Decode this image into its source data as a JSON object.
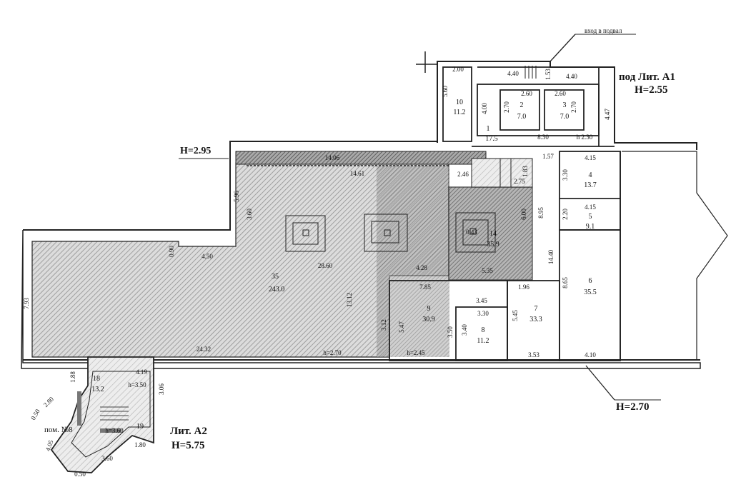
{
  "labels": {
    "basement_entry": "вход в подвал",
    "lit_a1_title": "под Лит. А1",
    "lit_a1_height": "H=2.55",
    "main_height": "H=2.95",
    "bottom_height": "H=2.70",
    "lit_a2_title": "Лит. А2",
    "lit_a2_height": "H=5.75",
    "room_prefix": "пом. №8"
  },
  "rooms": [
    {
      "num": "35",
      "area": "243.0"
    },
    {
      "num": "14",
      "area": "35.9"
    },
    {
      "num": "9",
      "area": "30.9"
    },
    {
      "num": "8",
      "area": "11.2"
    },
    {
      "num": "7",
      "area": "33.3"
    },
    {
      "num": "6",
      "area": "35.5"
    },
    {
      "num": "5",
      "area": "9.1"
    },
    {
      "num": "4",
      "area": "13.7"
    },
    {
      "num": "10",
      "area": "11.2"
    },
    {
      "num": "2",
      "area": "7.0"
    },
    {
      "num": "3",
      "area": "7.0"
    },
    {
      "num": "1",
      "area": "17.5"
    },
    {
      "num": "18",
      "area": "13.2"
    },
    {
      "num": "19",
      "area": ""
    }
  ],
  "dims": {
    "d_14_06": "14.06",
    "d_14_61": "14.61",
    "d_28_60": "28.60",
    "d_24_32": "24.32",
    "d_4_50": "4.50",
    "d_4_28": "4.28",
    "d_5_35": "5.35",
    "d_7_85": "7.85",
    "d_3_45": "3.45",
    "d_3_30": "3.30",
    "d_1_96": "1.96",
    "d_3_53": "3.53",
    "d_4_10": "4.10",
    "d_4_15a": "4.15",
    "d_4_15b": "4.15",
    "d_3_30v": "3.30",
    "d_2_20": "2.20",
    "d_8_95": "8.95",
    "d_14_40": "14.40",
    "d_8_65": "8.65",
    "d_6_00": "6.00",
    "d_5_47": "5.47",
    "d_3_50": "3.50",
    "d_3_40": "3.40",
    "d_5_45": "5.45",
    "d_13_12": "13.12",
    "d_3_60": "3.60",
    "d_5_96": "5.96",
    "d_7_93": "7.93",
    "d_0_90": "0.90",
    "d_2_00": "2.00",
    "d_5_60": "5.60",
    "d_4_40a": "4.40",
    "d_4_40b": "4.40",
    "d_2_60a": "2.60",
    "d_2_60b": "2.60",
    "d_2_70a": "2.70",
    "d_2_70b": "2.70",
    "d_4_00": "4.00",
    "d_1_53": "1.53",
    "d_4_47": "4.47",
    "d_8_30": "8.30",
    "d_2_30": "h 2.30",
    "d_1_57": "1.57",
    "d_2_46": "2.46",
    "d_2_75": "2.75",
    "d_1_83": "1.83",
    "d_4_19": "4.19",
    "d_3_06": "3.06",
    "d_1_80": "1.80",
    "d_3_60b": "3.60",
    "d_0_50a": "0.50",
    "d_0_50b": "0.50",
    "d_2_80": "2.80",
    "d_4_05": "4.05",
    "d_1_88": "1.88",
    "d_3_12": "3.12",
    "d_0_43": "0.43",
    "h_245": "h=2.45",
    "h_270": "h=2.70",
    "h_350": "h=3.50",
    "h_360": "h=3.60"
  },
  "colors": {
    "ink": "#111111",
    "hatch_light": "#c9c9c9",
    "hatch_dark": "#8a8a8a"
  }
}
